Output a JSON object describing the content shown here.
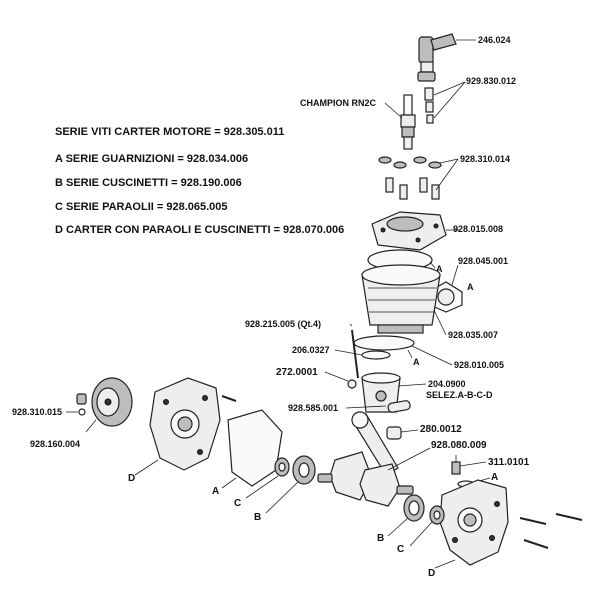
{
  "legend": {
    "line1": "SERIE VITI CARTER MOTORE = 928.305.011",
    "line2": "A  SERIE GUARNIZIONI = 928.034.006",
    "line3": "B  SERIE CUSCINETTI = 928.190.006",
    "line4": "C  SERIE PARAOLII = 928.065.005",
    "line5": "D  CARTER CON PARAOLI E CUSCINETTI = 928.070.006"
  },
  "labels": {
    "cap": "246.024",
    "plug_nuts": "929.830.012",
    "champion": "CHAMPION RN2C",
    "head_nuts": "928.310.014",
    "head": "928.015.008",
    "exhaust_gasket": "928.045.001",
    "cylinder": "928.035.007",
    "base_gasket": "928.010.005",
    "studs": "928.215.005 (Qt.4)",
    "ring": "206.0327",
    "clip": "272.0001",
    "piston": "204.0900",
    "piston_sel": "SELEZ.A-B-C-D",
    "pin": "928.585.001",
    "needle": "280.0012",
    "crank": "928.080.009",
    "sensor": "311.0101",
    "rotor_nut": "928.310.015",
    "rotor": "928.160.004"
  },
  "letters": {
    "a": "A",
    "b": "B",
    "c": "C",
    "d": "D"
  }
}
